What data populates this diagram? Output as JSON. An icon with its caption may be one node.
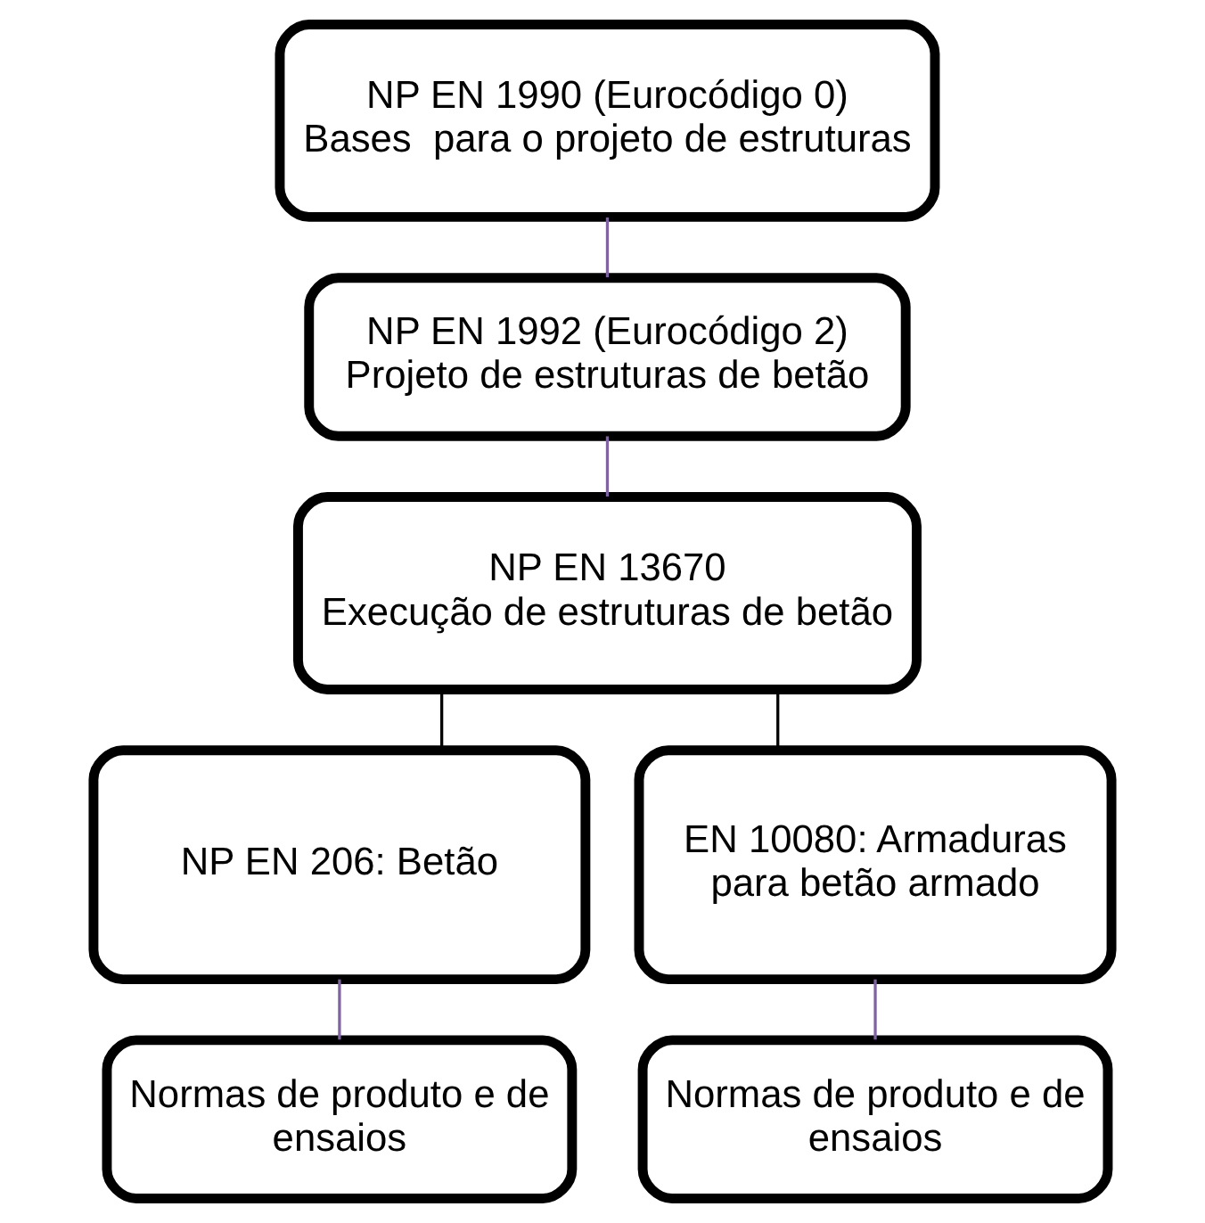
{
  "diagram": {
    "nodes": [
      {
        "text": [
          "NP EN 1990 (Eurocódigo 0)",
          "Bases  para o projeto de estruturas"
        ]
      },
      {
        "text": [
          "NP EN 1992 (Eurocódigo 2)",
          "Projeto de estruturas de betão"
        ]
      },
      {
        "text": [
          "NP EN 13670",
          "Execução de estruturas de betão"
        ]
      },
      {
        "text": [
          "NP EN 206: Betão"
        ]
      },
      {
        "text": [
          "EN 10080: Armaduras para betão armado"
        ]
      },
      {
        "text": [
          "Normas de produto e de ensaios"
        ]
      },
      {
        "text": [
          "Normas de produto e de ensaios"
        ]
      }
    ],
    "edges": [
      {
        "from": 0,
        "to": 1,
        "arrow": "none"
      },
      {
        "from": 1,
        "to": 2,
        "arrow": "none"
      },
      {
        "from": 2,
        "to": 3,
        "arrow": "none",
        "color": "#000000"
      },
      {
        "from": 2,
        "to": 4,
        "arrow": "none",
        "color": "#000000"
      },
      {
        "from": 3,
        "to": 5,
        "arrow": "none"
      },
      {
        "from": 4,
        "to": 6,
        "arrow": "none"
      }
    ]
  }
}
